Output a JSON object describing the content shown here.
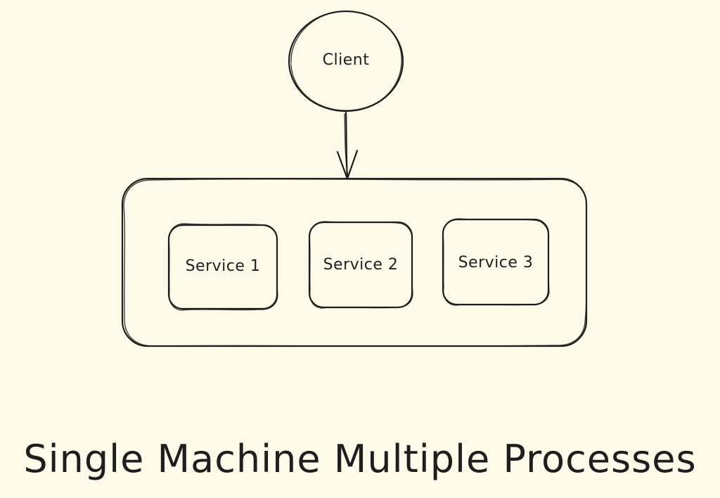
{
  "client": {
    "label": "Client"
  },
  "services": [
    {
      "label": "Service 1"
    },
    {
      "label": "Service 2"
    },
    {
      "label": "Service 3"
    }
  ],
  "caption": "Single Machine Multiple Processes",
  "colors": {
    "background": "#fdfaea",
    "stroke": "#1e1e1e"
  }
}
